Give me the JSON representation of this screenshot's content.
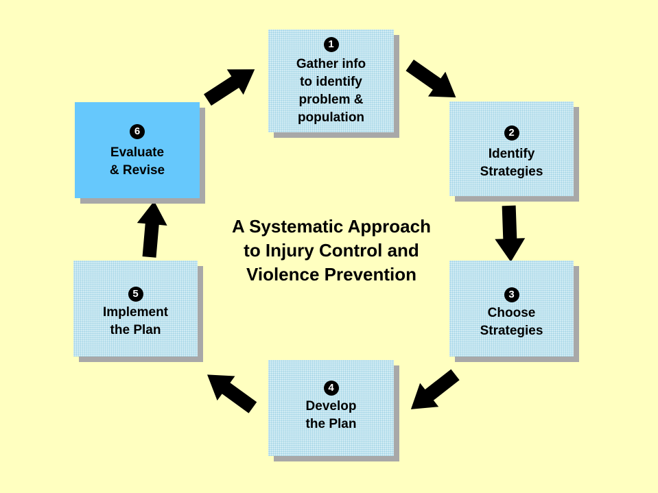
{
  "diagram": {
    "title_lines": [
      "A Systematic Approach",
      "to Injury Control and",
      "Violence Prevention"
    ],
    "steps": [
      {
        "number": "1",
        "lines": [
          "Gather info",
          "to identify",
          "problem &",
          "population"
        ]
      },
      {
        "number": "2",
        "lines": [
          "Identify",
          "Strategies"
        ]
      },
      {
        "number": "3",
        "lines": [
          "Choose",
          "Strategies"
        ]
      },
      {
        "number": "4",
        "lines": [
          "Develop",
          "the Plan"
        ]
      },
      {
        "number": "5",
        "lines": [
          "Implement",
          "the Plan"
        ]
      },
      {
        "number": "6",
        "lines": [
          "Evaluate",
          "& Revise"
        ],
        "highlighted": true
      }
    ]
  },
  "colors": {
    "background": "#ffffc0",
    "box": "#d2ecf4",
    "box_highlight": "#66c8fc",
    "shadow": "#a8a8a8",
    "arrow": "#000000"
  }
}
